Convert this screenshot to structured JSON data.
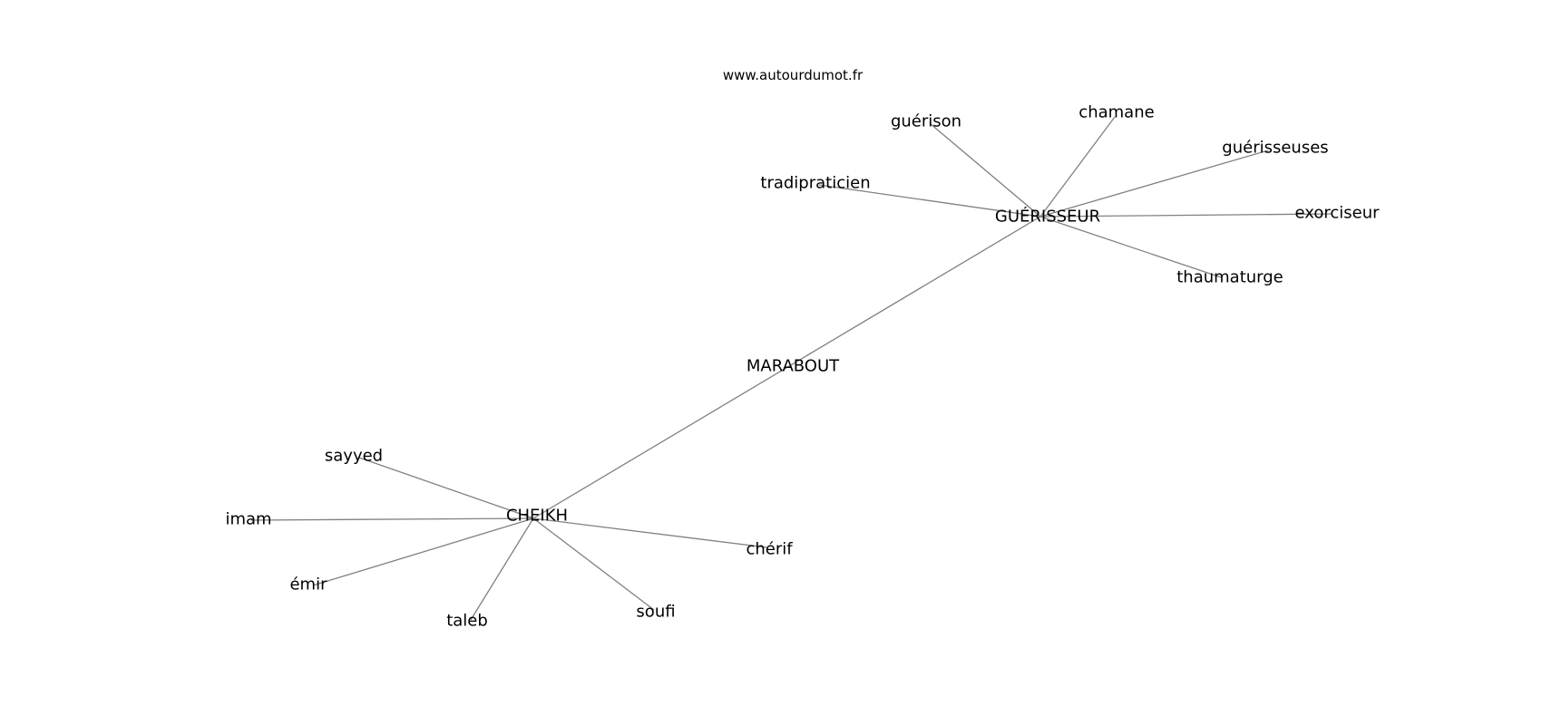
{
  "site": "www.autourdumot.fr",
  "graph": {
    "center": "MARABOUT",
    "nodes": [
      {
        "id": "marabout",
        "label": "MARABOUT"
      },
      {
        "id": "guerisseur",
        "label": "GUÉRISSEUR"
      },
      {
        "id": "cheikh",
        "label": "CHEIKH"
      },
      {
        "id": "guerison",
        "label": "guérison"
      },
      {
        "id": "chamane",
        "label": "chamane"
      },
      {
        "id": "guerisseuses",
        "label": "guérisseuses"
      },
      {
        "id": "tradipraticien",
        "label": "tradipraticien"
      },
      {
        "id": "exorciseur",
        "label": "exorciseur"
      },
      {
        "id": "thaumaturge",
        "label": "thaumaturge"
      },
      {
        "id": "sayyed",
        "label": "sayyed"
      },
      {
        "id": "imam",
        "label": "imam"
      },
      {
        "id": "emir",
        "label": "émir"
      },
      {
        "id": "taleb",
        "label": "taleb"
      },
      {
        "id": "soufi",
        "label": "soufi"
      },
      {
        "id": "cherif",
        "label": "chérif"
      }
    ],
    "edges": [
      [
        "guerisseur",
        "cheikh"
      ],
      [
        "guerisseur",
        "guerison"
      ],
      [
        "guerisseur",
        "chamane"
      ],
      [
        "guerisseur",
        "guerisseuses"
      ],
      [
        "guerisseur",
        "tradipraticien"
      ],
      [
        "guerisseur",
        "exorciseur"
      ],
      [
        "guerisseur",
        "thaumaturge"
      ],
      [
        "cheikh",
        "sayyed"
      ],
      [
        "cheikh",
        "imam"
      ],
      [
        "cheikh",
        "emir"
      ],
      [
        "cheikh",
        "taleb"
      ],
      [
        "cheikh",
        "soufi"
      ],
      [
        "cheikh",
        "cherif"
      ]
    ]
  }
}
